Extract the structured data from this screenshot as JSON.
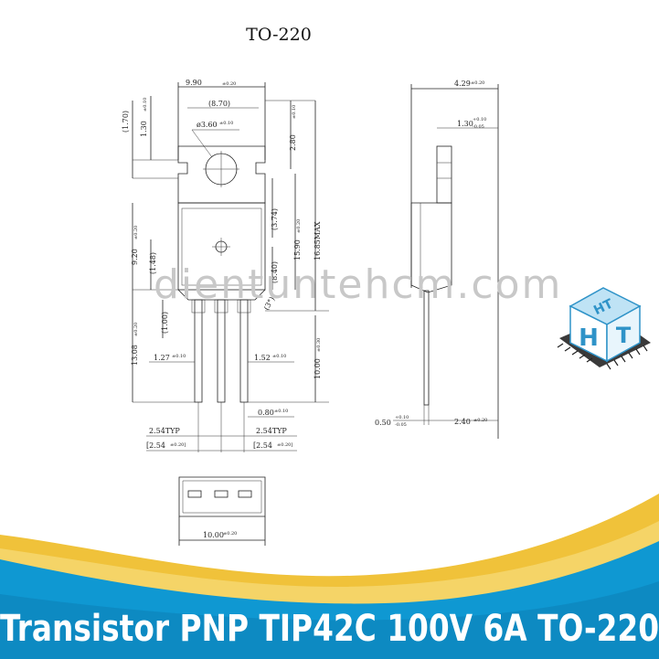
{
  "diagram": {
    "package_title": "TO-220",
    "watermark": "dientuntehcm.com",
    "front_view": {
      "width": "9.90",
      "width_tol": "±0.20",
      "inner_width": "(8.70)",
      "hole_dia": "ø3.60",
      "hole_tol": "±0.10",
      "tab_height": "(1.70)",
      "tab_offset": "1.30",
      "tab_offset_tol": "±0.10",
      "top_to_hole": "2.80",
      "top_to_hole_tol": "±0.10",
      "body_height": "9.20",
      "body_height_tol": "±0.20",
      "window": "(1.48)",
      "inner_a": "(3.74)",
      "inner_b": "(8.40)",
      "total_body": "15.90",
      "total_body_tol": "±0.20",
      "max_height": "16.85MAX",
      "chamfer": "(3°)",
      "lead_length": "13.08",
      "lead_length_tol": "±0.20",
      "lead_shoulder": "(1.00)",
      "lead_width_a": "1.27",
      "lead_width_a_tol": "±0.10",
      "lead_width_b": "1.52",
      "lead_width_b_tol": "±0.10",
      "lead_straight": "10.00",
      "lead_straight_tol": "±0.30",
      "lead_thick": "0.80",
      "lead_thick_tol": "±0.10",
      "pitch_typ_a": "2.54TYP",
      "pitch_a": "[2.54",
      "pitch_a_tol": "±0.20]",
      "pitch_typ_b": "2.54TYP",
      "pitch_b": "[2.54",
      "pitch_b_tol": "±0.20]"
    },
    "side_view": {
      "thickness": "4.29",
      "thickness_tol": "±0.20",
      "tab_thick": "1.30",
      "tab_thick_tol_plus": "+0.10",
      "tab_thick_tol_minus": "-0.05",
      "lead_thick": "0.50",
      "lead_thick_tol_plus": "+0.10",
      "lead_thick_tol_minus": "-0.05",
      "offset": "2.40",
      "offset_tol": "±0.20"
    },
    "bottom_view": {
      "width": "10.00",
      "width_tol": "±0.20"
    }
  },
  "logo": {
    "text": "HT"
  },
  "banner": {
    "title": "Transistor PNP TIP42C 100V 6A TO-220"
  },
  "colors": {
    "banner_blue": "#0f98d2",
    "banner_dark": "#0b6fa6",
    "swoosh_gold": "#f0c23a",
    "swoosh_light": "#f6dc7a",
    "logo_blue": "#2f93c8"
  }
}
